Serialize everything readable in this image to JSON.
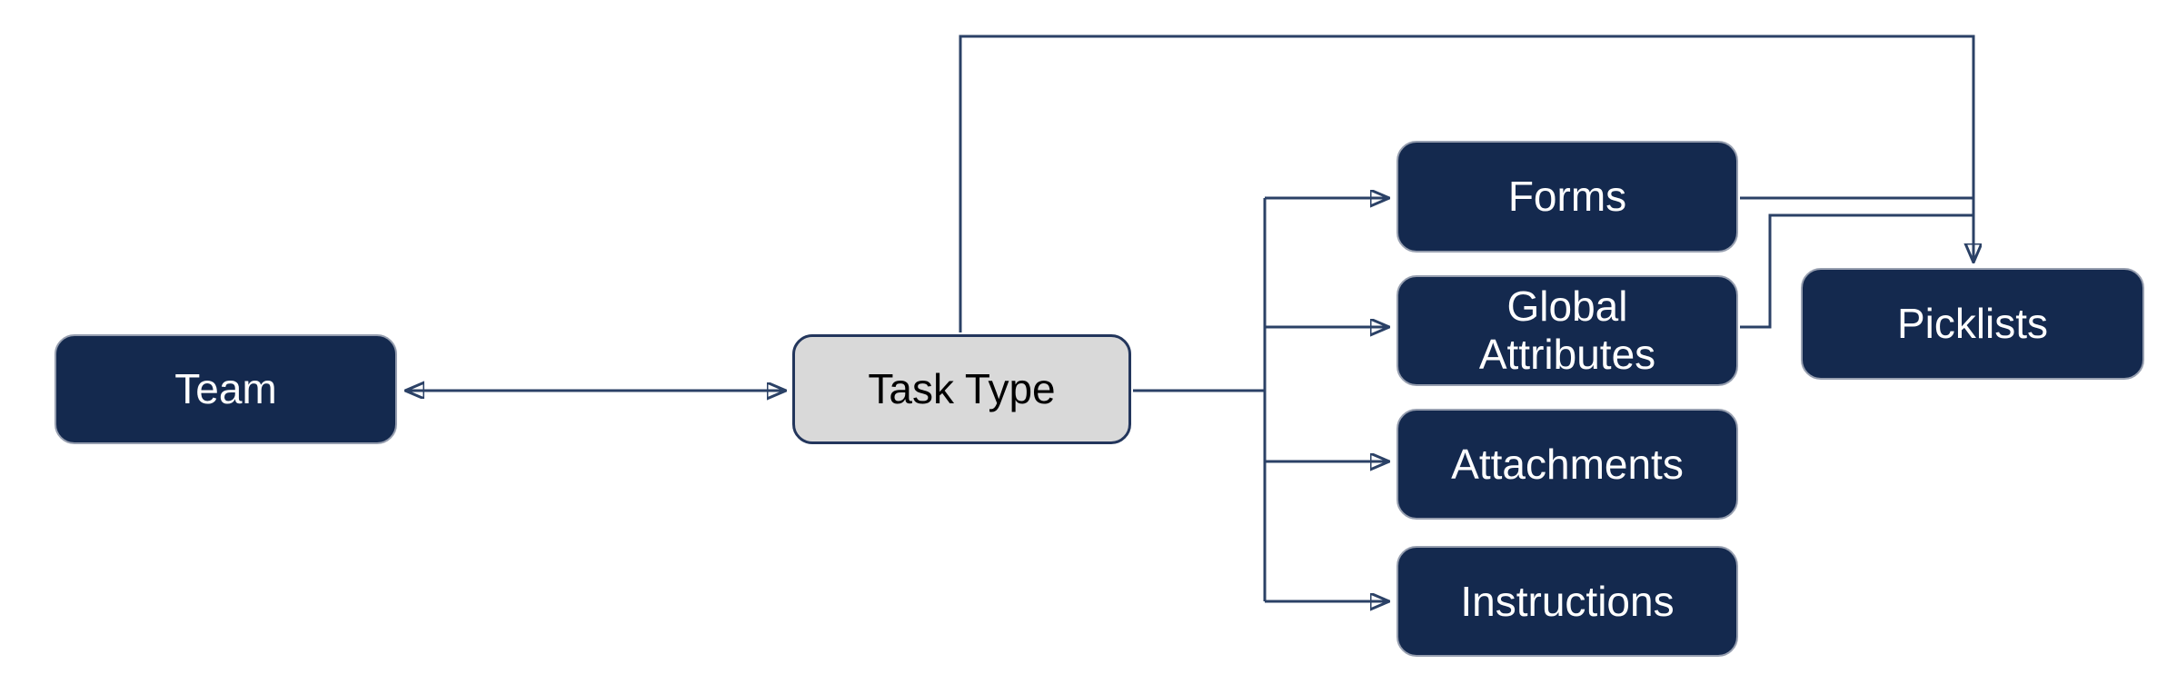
{
  "diagram": {
    "title": "Task Type relationship diagram",
    "nodes": {
      "team": {
        "label": "Team",
        "style": "dark-navy"
      },
      "task_type": {
        "label": "Task Type",
        "style": "gray"
      },
      "forms": {
        "label": "Forms",
        "style": "dark-navy"
      },
      "global_attributes": {
        "label": "Global Attributes",
        "style": "dark-navy"
      },
      "attachments": {
        "label": "Attachments",
        "style": "dark-navy"
      },
      "instructions": {
        "label": "Instructions",
        "style": "dark-navy"
      },
      "picklists": {
        "label": "Picklists",
        "style": "dark-navy"
      }
    },
    "edges": [
      {
        "from": "team",
        "to": "task_type",
        "direction": "bidirectional",
        "route": "straight-horizontal"
      },
      {
        "from": "task_type",
        "to": "forms",
        "direction": "forward",
        "route": "right-fanout"
      },
      {
        "from": "task_type",
        "to": "global_attributes",
        "direction": "forward",
        "route": "right-fanout"
      },
      {
        "from": "task_type",
        "to": "attachments",
        "direction": "forward",
        "route": "right-fanout"
      },
      {
        "from": "task_type",
        "to": "instructions",
        "direction": "forward",
        "route": "right-fanout"
      },
      {
        "from": "task_type",
        "to": "picklists",
        "direction": "forward",
        "route": "over-the-top"
      },
      {
        "from": "forms",
        "to": "picklists",
        "direction": "merge-into-top-arrow"
      },
      {
        "from": "global_attributes",
        "to": "picklists",
        "direction": "merge-into-top-arrow"
      }
    ],
    "colors": {
      "node_fill_dark": "#14294E",
      "node_border_light": "#969EAF",
      "node_text_dark_style": "#FFFFFF",
      "task_type_fill": "#D9D9D9",
      "task_type_border": "#23365C",
      "task_type_text": "#000000",
      "connector": "#2B4166",
      "arrowhead": "#1E3255",
      "background": "#FFFFFF"
    }
  }
}
